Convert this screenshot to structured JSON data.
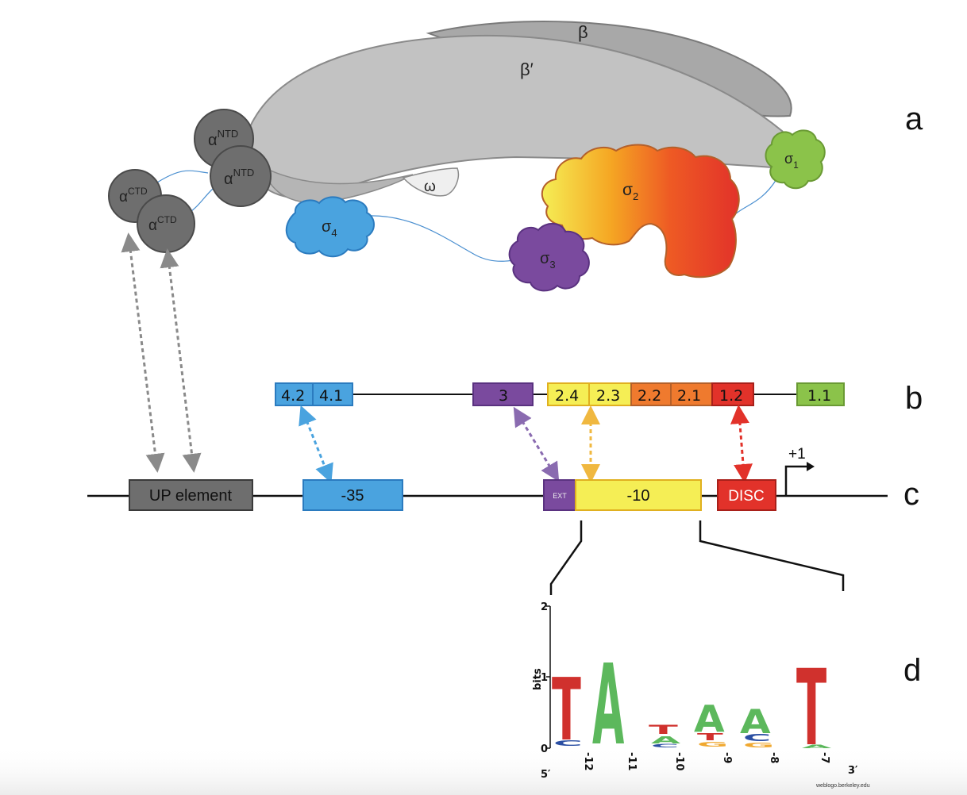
{
  "panel_labels": {
    "a": "a",
    "b": "b",
    "c": "c",
    "d": "d"
  },
  "polymerase": {
    "beta": "β",
    "beta_prime": "β′",
    "omega": "ω",
    "alpha_ntd": "α",
    "alpha_ntd_sup": "NTD",
    "alpha_ctd": "α",
    "alpha_ctd_sup": "CTD",
    "sigma": "σ",
    "sigma1_sub": "1",
    "sigma2_sub": "2",
    "sigma3_sub": "3",
    "sigma4_sub": "4"
  },
  "sigma_regions": {
    "r42": "4.2",
    "r41": "4.1",
    "r3": "3",
    "r24": "2.4",
    "r23": "2.3",
    "r22": "2.2",
    "r21": "2.1",
    "r12": "1.2",
    "r11": "1.1"
  },
  "promoter": {
    "up_element": "UP element",
    "minus35": "-35",
    "ext": "EXT",
    "minus10": "-10",
    "disc": "DISC",
    "tss": "+1"
  },
  "logo": {
    "y_axis_label": "bits",
    "y_ticks": [
      "0",
      "1",
      "2"
    ],
    "positions": [
      "-12",
      "-11",
      "-10",
      "-9",
      "-8",
      "-7"
    ],
    "five_prime": "5′",
    "three_prime": "3′",
    "credit": "weblogo.berkeley.edu"
  },
  "colors": {
    "grey_dark": "#6e6e6e",
    "grey_light": "#c2c2c2",
    "sigma4_blue": "#4aa3df",
    "sigma3_purple": "#7a4a9e",
    "sigma2_yellow": "#f2e64a",
    "sigma2_red": "#e2322a",
    "sigma1_green": "#8bc34a",
    "logo_T": "#d0312d",
    "logo_A": "#5cb85c",
    "logo_C": "#2b4fa3",
    "logo_G": "#f0a830"
  }
}
